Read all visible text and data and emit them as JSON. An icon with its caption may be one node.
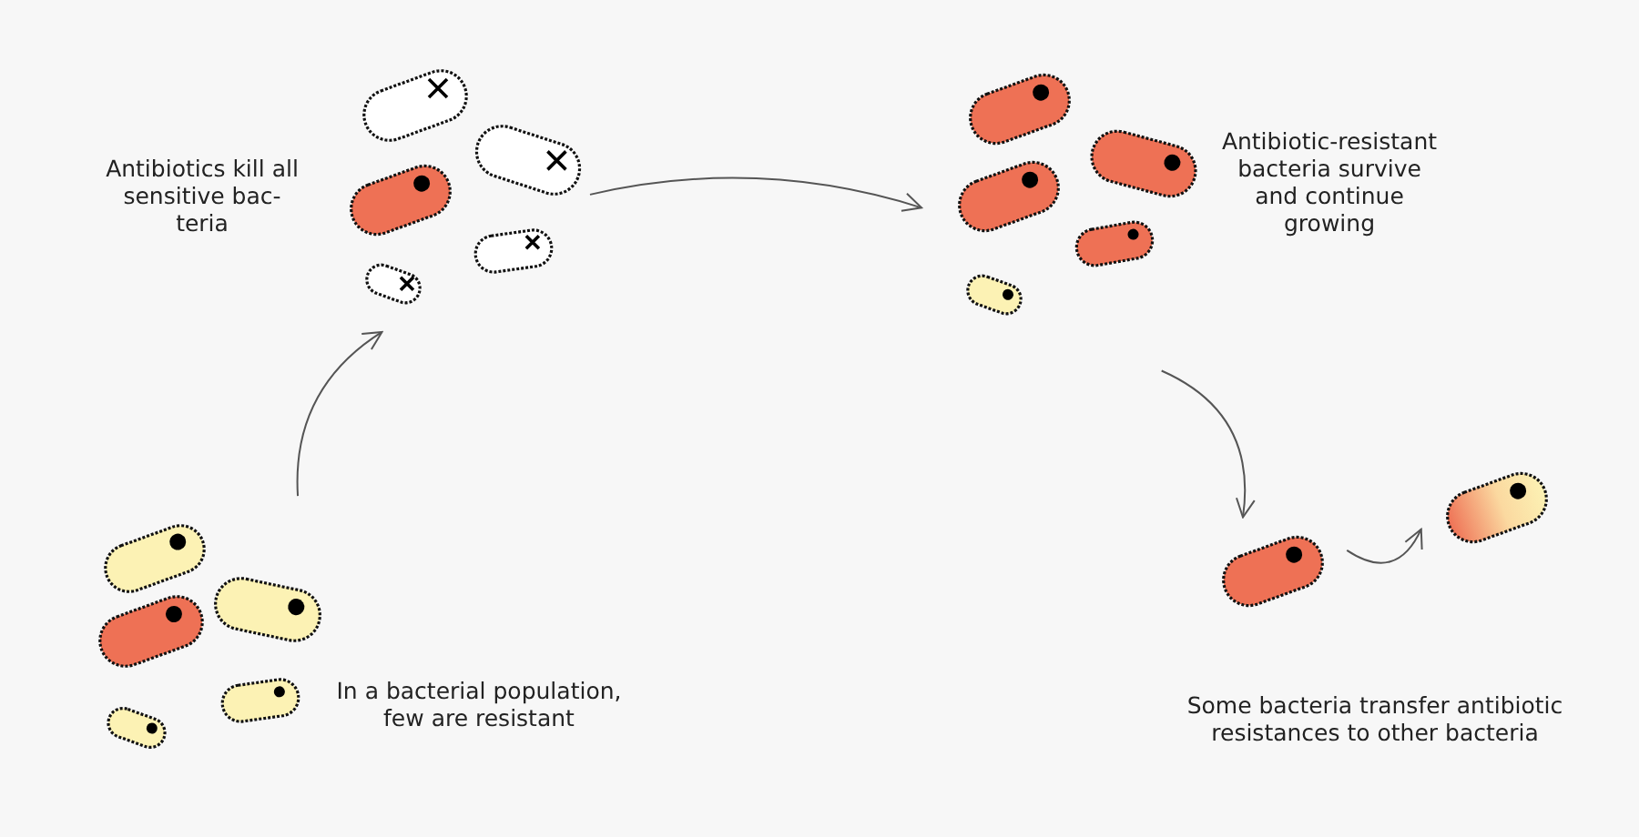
{
  "diagram": {
    "nodes": [
      {
        "text": [],
        "shape": "picture",
        "beside": [
          "In a bacterial population, few are resistant"
        ]
      },
      {
        "text": [],
        "shape": "picture",
        "beside": [
          "Antibiotics kill all sensitive bac-teria"
        ]
      },
      {
        "text": [],
        "shape": "picture",
        "beside": [
          "Antibiotic-resistant bacteria survive and continue growing"
        ]
      },
      {
        "text": [],
        "shape": "picture"
      },
      {
        "text": [],
        "shape": "picture"
      }
    ],
    "edges": [
      {
        "from": 0,
        "to": 1,
        "arrow": "to"
      },
      {
        "from": 1,
        "to": 2,
        "arrow": "to"
      },
      {
        "from": 2,
        "to": 3,
        "arrow": "to"
      },
      {
        "from": 3,
        "to": 4,
        "arrow": "to"
      }
    ],
    "labels": [
      "Some bacteria transfer antibiotic resistances to other bacteria"
    ]
  }
}
